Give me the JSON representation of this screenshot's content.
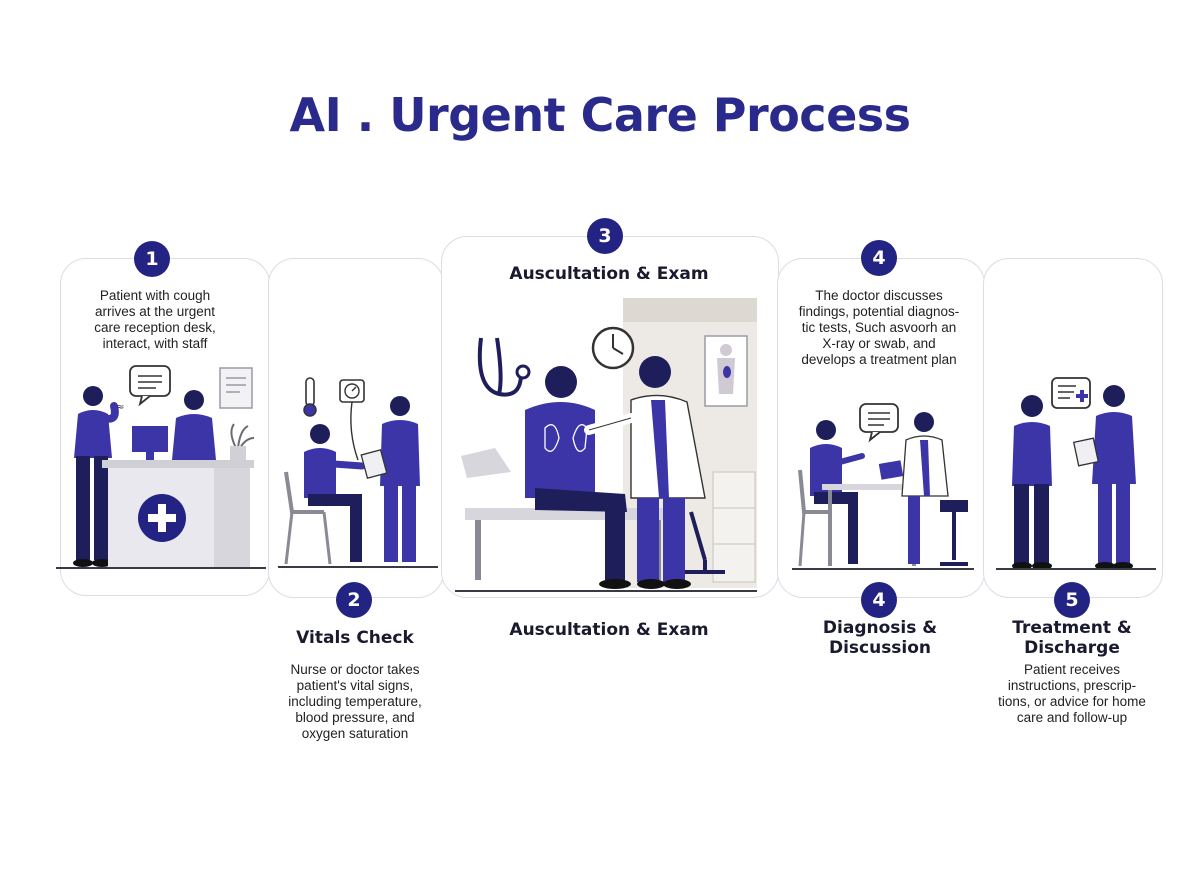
{
  "title": "AI . Urgent Care Process",
  "steps": [
    {
      "number": "1",
      "description_lines": [
        "Patient with cough",
        "arrives at the urgent",
        "care reception desk,",
        "interact, with staff"
      ]
    },
    {
      "number": "2",
      "label": "Vitals Check",
      "description_lines": [
        "Nurse or doctor takes",
        "patient's vital signs,",
        "including temperature,",
        "blood pressure, and",
        "oxygen saturation"
      ]
    },
    {
      "number": "3",
      "label_top": "Auscultation & Exam",
      "label_bottom": "Auscultation & Exam"
    },
    {
      "number": "4",
      "description_lines": [
        "The doctor discusses",
        "findings, potential diagnos-",
        "tic tests, Such asvoorh an",
        "X-ray or swab, and",
        "develops a treatment plan"
      ]
    },
    {
      "number": "4",
      "label_lines": [
        "Diagnosis &",
        "Discussion"
      ]
    },
    {
      "number": "5",
      "label_lines": [
        "Treatment &",
        "Discharge"
      ],
      "description_lines": [
        "Patient receives",
        "instructions, prescrip-",
        "tions, or advice for home",
        "care and follow-up"
      ]
    }
  ],
  "colors": {
    "primary": "#2a2a8c",
    "figure": "#3b35a8",
    "badge": "#232384",
    "panel_border": "#dcdce4"
  }
}
